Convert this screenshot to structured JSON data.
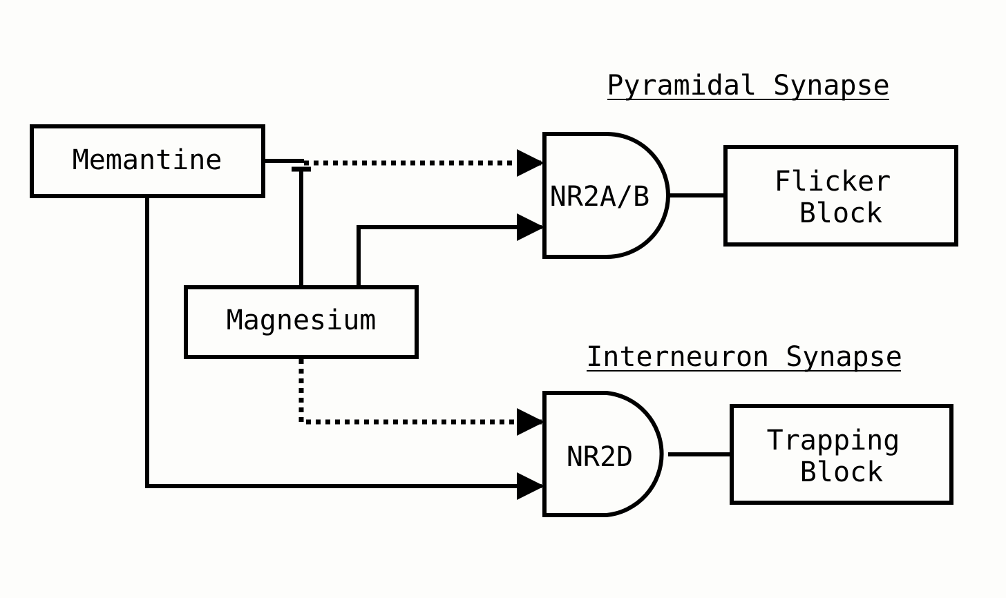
{
  "nodes": {
    "memantine": "Memantine",
    "magnesium": "Magnesium",
    "nr2ab": "NR2A/B",
    "nr2d": "NR2D",
    "flicker": [
      "Flicker",
      "Block"
    ],
    "trapping": [
      "Trapping",
      "Block"
    ]
  },
  "titles": {
    "pyramidal": "Pyramidal Synapse",
    "interneuron": "Interneuron Synapse"
  }
}
